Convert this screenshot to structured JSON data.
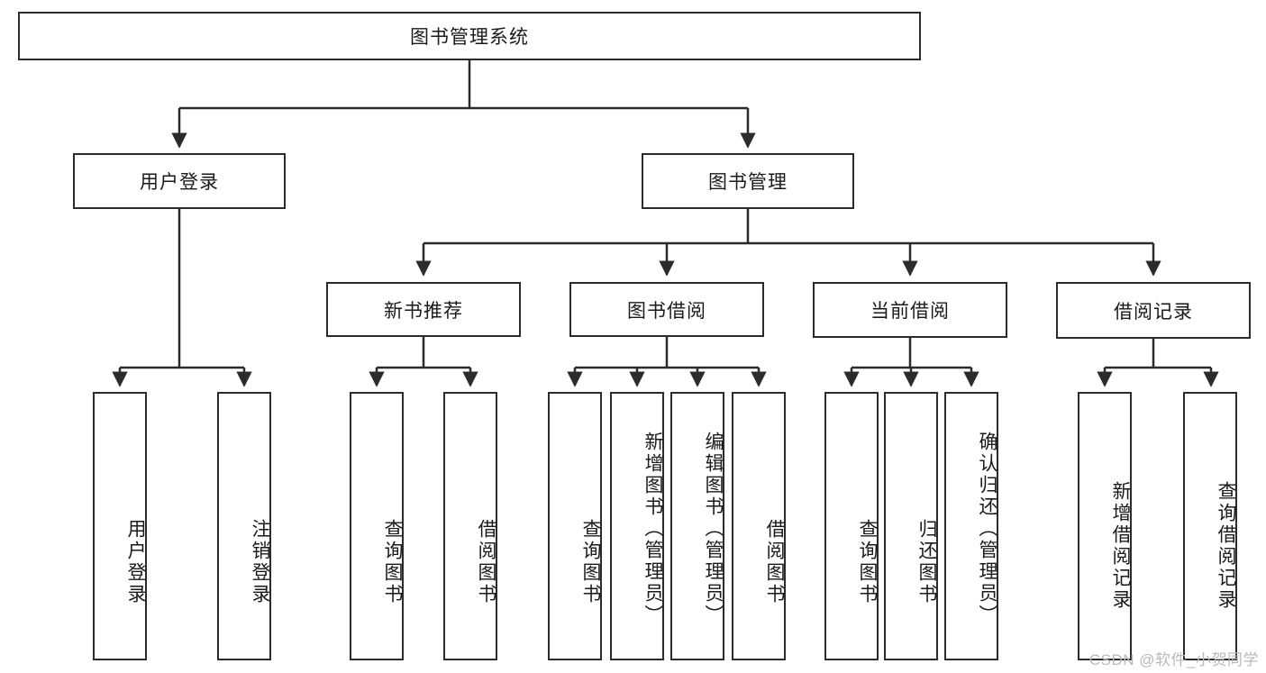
{
  "diagram": {
    "type": "hierarchy-tree",
    "title_node": {
      "label": "图书管理系统"
    },
    "level2": [
      {
        "id": "user-login",
        "label": "用户登录"
      },
      {
        "id": "book-manage",
        "label": "图书管理"
      }
    ],
    "level3": [
      {
        "id": "new-book-recommend",
        "label": "新书推荐"
      },
      {
        "id": "book-borrow",
        "label": "图书借阅"
      },
      {
        "id": "current-borrow",
        "label": "当前借阅"
      },
      {
        "id": "borrow-record",
        "label": "借阅记录"
      }
    ],
    "leaves": {
      "user_login": [
        {
          "id": "leaf-user-login",
          "label": "用户登录"
        },
        {
          "id": "leaf-logout-login",
          "label": "注销登录"
        }
      ],
      "new_book_recommend": [
        {
          "id": "leaf-query-book-1",
          "label": "查询图书"
        },
        {
          "id": "leaf-borrow-book-1",
          "label": "借阅图书"
        }
      ],
      "book_borrow": [
        {
          "id": "leaf-query-book-2",
          "label": "查询图书"
        },
        {
          "id": "leaf-add-book",
          "label": "新增图书（管理员）"
        },
        {
          "id": "leaf-edit-book",
          "label": "编辑图书（管理员）"
        },
        {
          "id": "leaf-borrow-book-2",
          "label": "借阅图书"
        }
      ],
      "current_borrow": [
        {
          "id": "leaf-query-book-3",
          "label": "查询图书"
        },
        {
          "id": "leaf-return-book",
          "label": "归还图书"
        },
        {
          "id": "leaf-confirm-return",
          "label": "确认归还（管理员）"
        }
      ],
      "borrow_record": [
        {
          "id": "leaf-add-record",
          "label": "新增借阅记录"
        },
        {
          "id": "leaf-query-record",
          "label": "查询借阅记录"
        }
      ]
    },
    "watermark": "CSDN @软件_小贺同学",
    "colors": {
      "stroke": "#2b2b2b",
      "fill": "#ffffff",
      "text": "#1a1a1a",
      "watermark": "#b9b9b9"
    }
  }
}
